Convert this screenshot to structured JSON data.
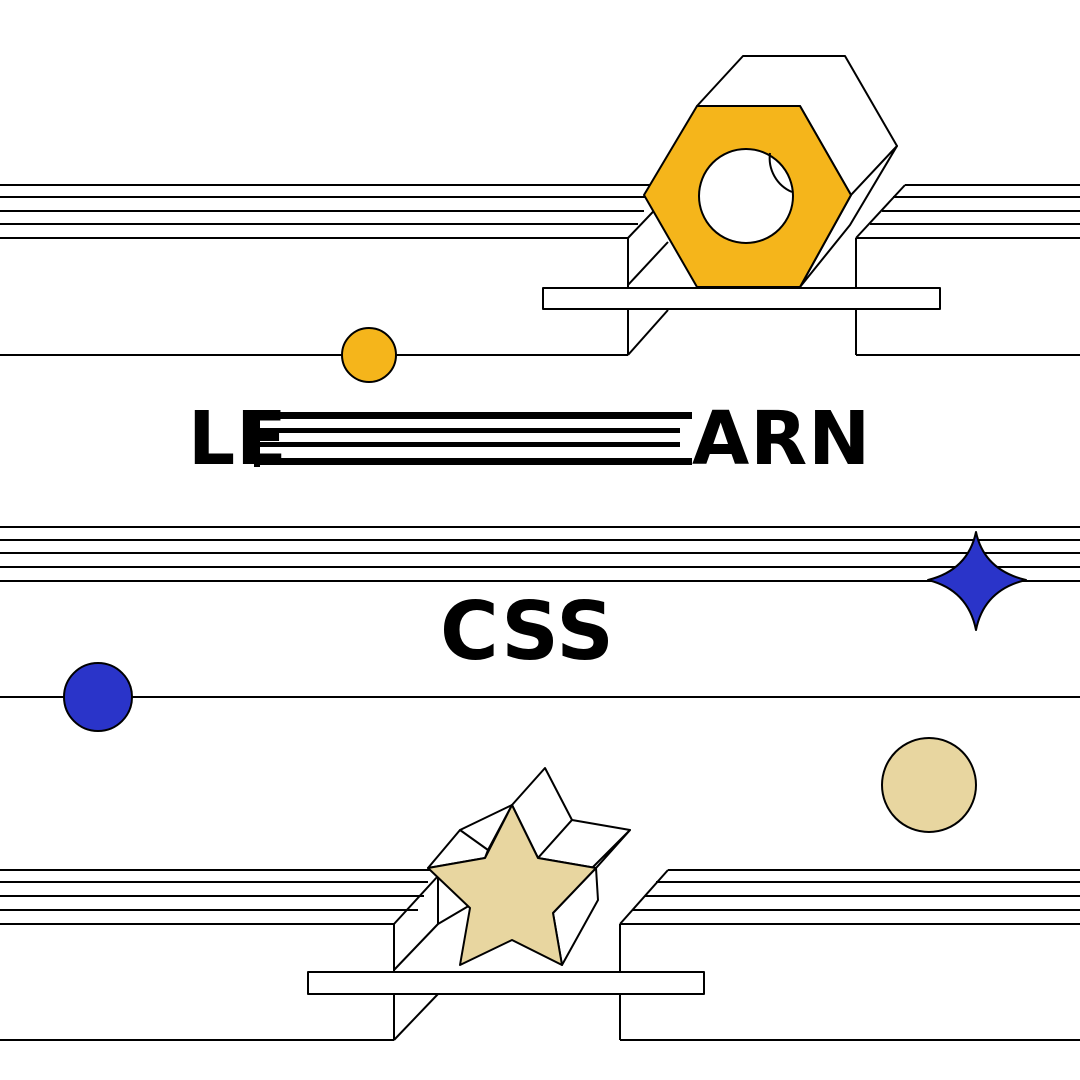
{
  "headline": {
    "part_left": "LE",
    "part_right": "ARN",
    "line2": "CSS"
  },
  "colors": {
    "background": "#ffffff",
    "stroke": "#000000",
    "accent_yellow": "#f5b51b",
    "accent_blue": "#2a34c9",
    "accent_beige": "#e8d6a0"
  },
  "icons": [
    "hex-nut-icon",
    "star-icon",
    "sparkle-icon",
    "circle-icon"
  ]
}
